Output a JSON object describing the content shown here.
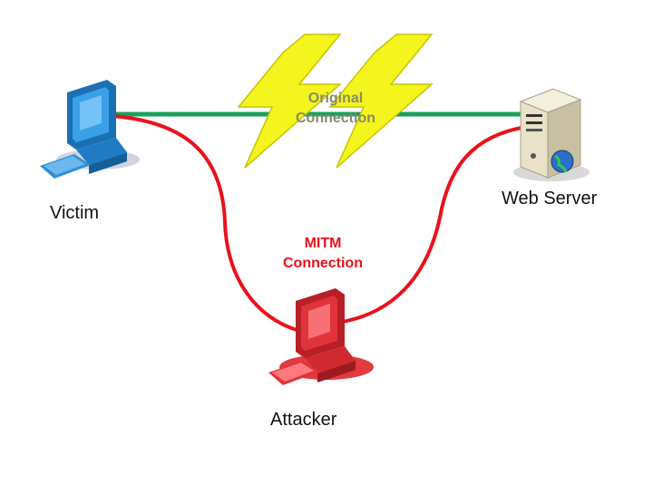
{
  "nodes": {
    "victim": {
      "label": "Victim"
    },
    "web_server": {
      "label": "Web Server"
    },
    "attacker": {
      "label": "Attacker"
    }
  },
  "connections": {
    "original": {
      "line1": "Original",
      "line2": "Connection",
      "color": "#1aa05a"
    },
    "mitm": {
      "line1": "MITM",
      "line2": "Connection",
      "color": "#e8121b"
    }
  },
  "colors": {
    "lightning": "#f4f41e",
    "victim_pc": "#2e8fd6",
    "attacker_pc": "#e0343a",
    "server": "#e9e1c8"
  }
}
